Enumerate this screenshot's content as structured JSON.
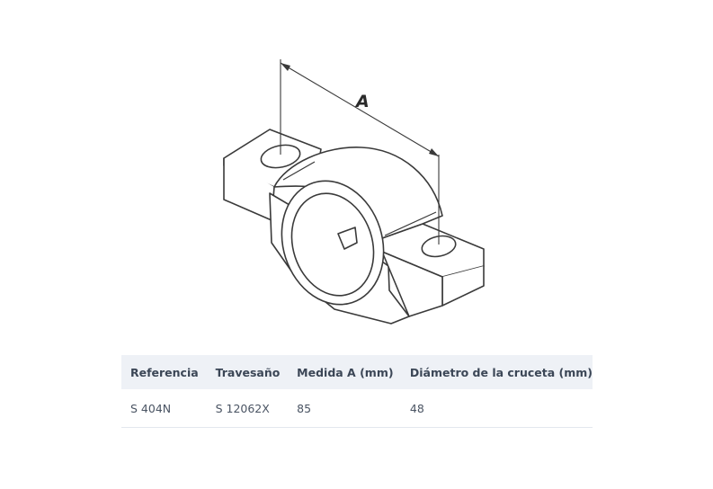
{
  "drawing": {
    "dimension_label": "A",
    "stroke_color": "#3a3a3a",
    "fill_color": "#ffffff"
  },
  "table": {
    "headers": [
      "Referencia",
      "Travesaño",
      "Medida A (mm)",
      "Diámetro de la cruceta (mm)"
    ],
    "rows": [
      [
        "S 404N",
        "S 12062X",
        "85",
        "48"
      ]
    ],
    "header_bg": "#eef1f6",
    "header_text_color": "#3b4656",
    "cell_text_color": "#4a5463"
  }
}
